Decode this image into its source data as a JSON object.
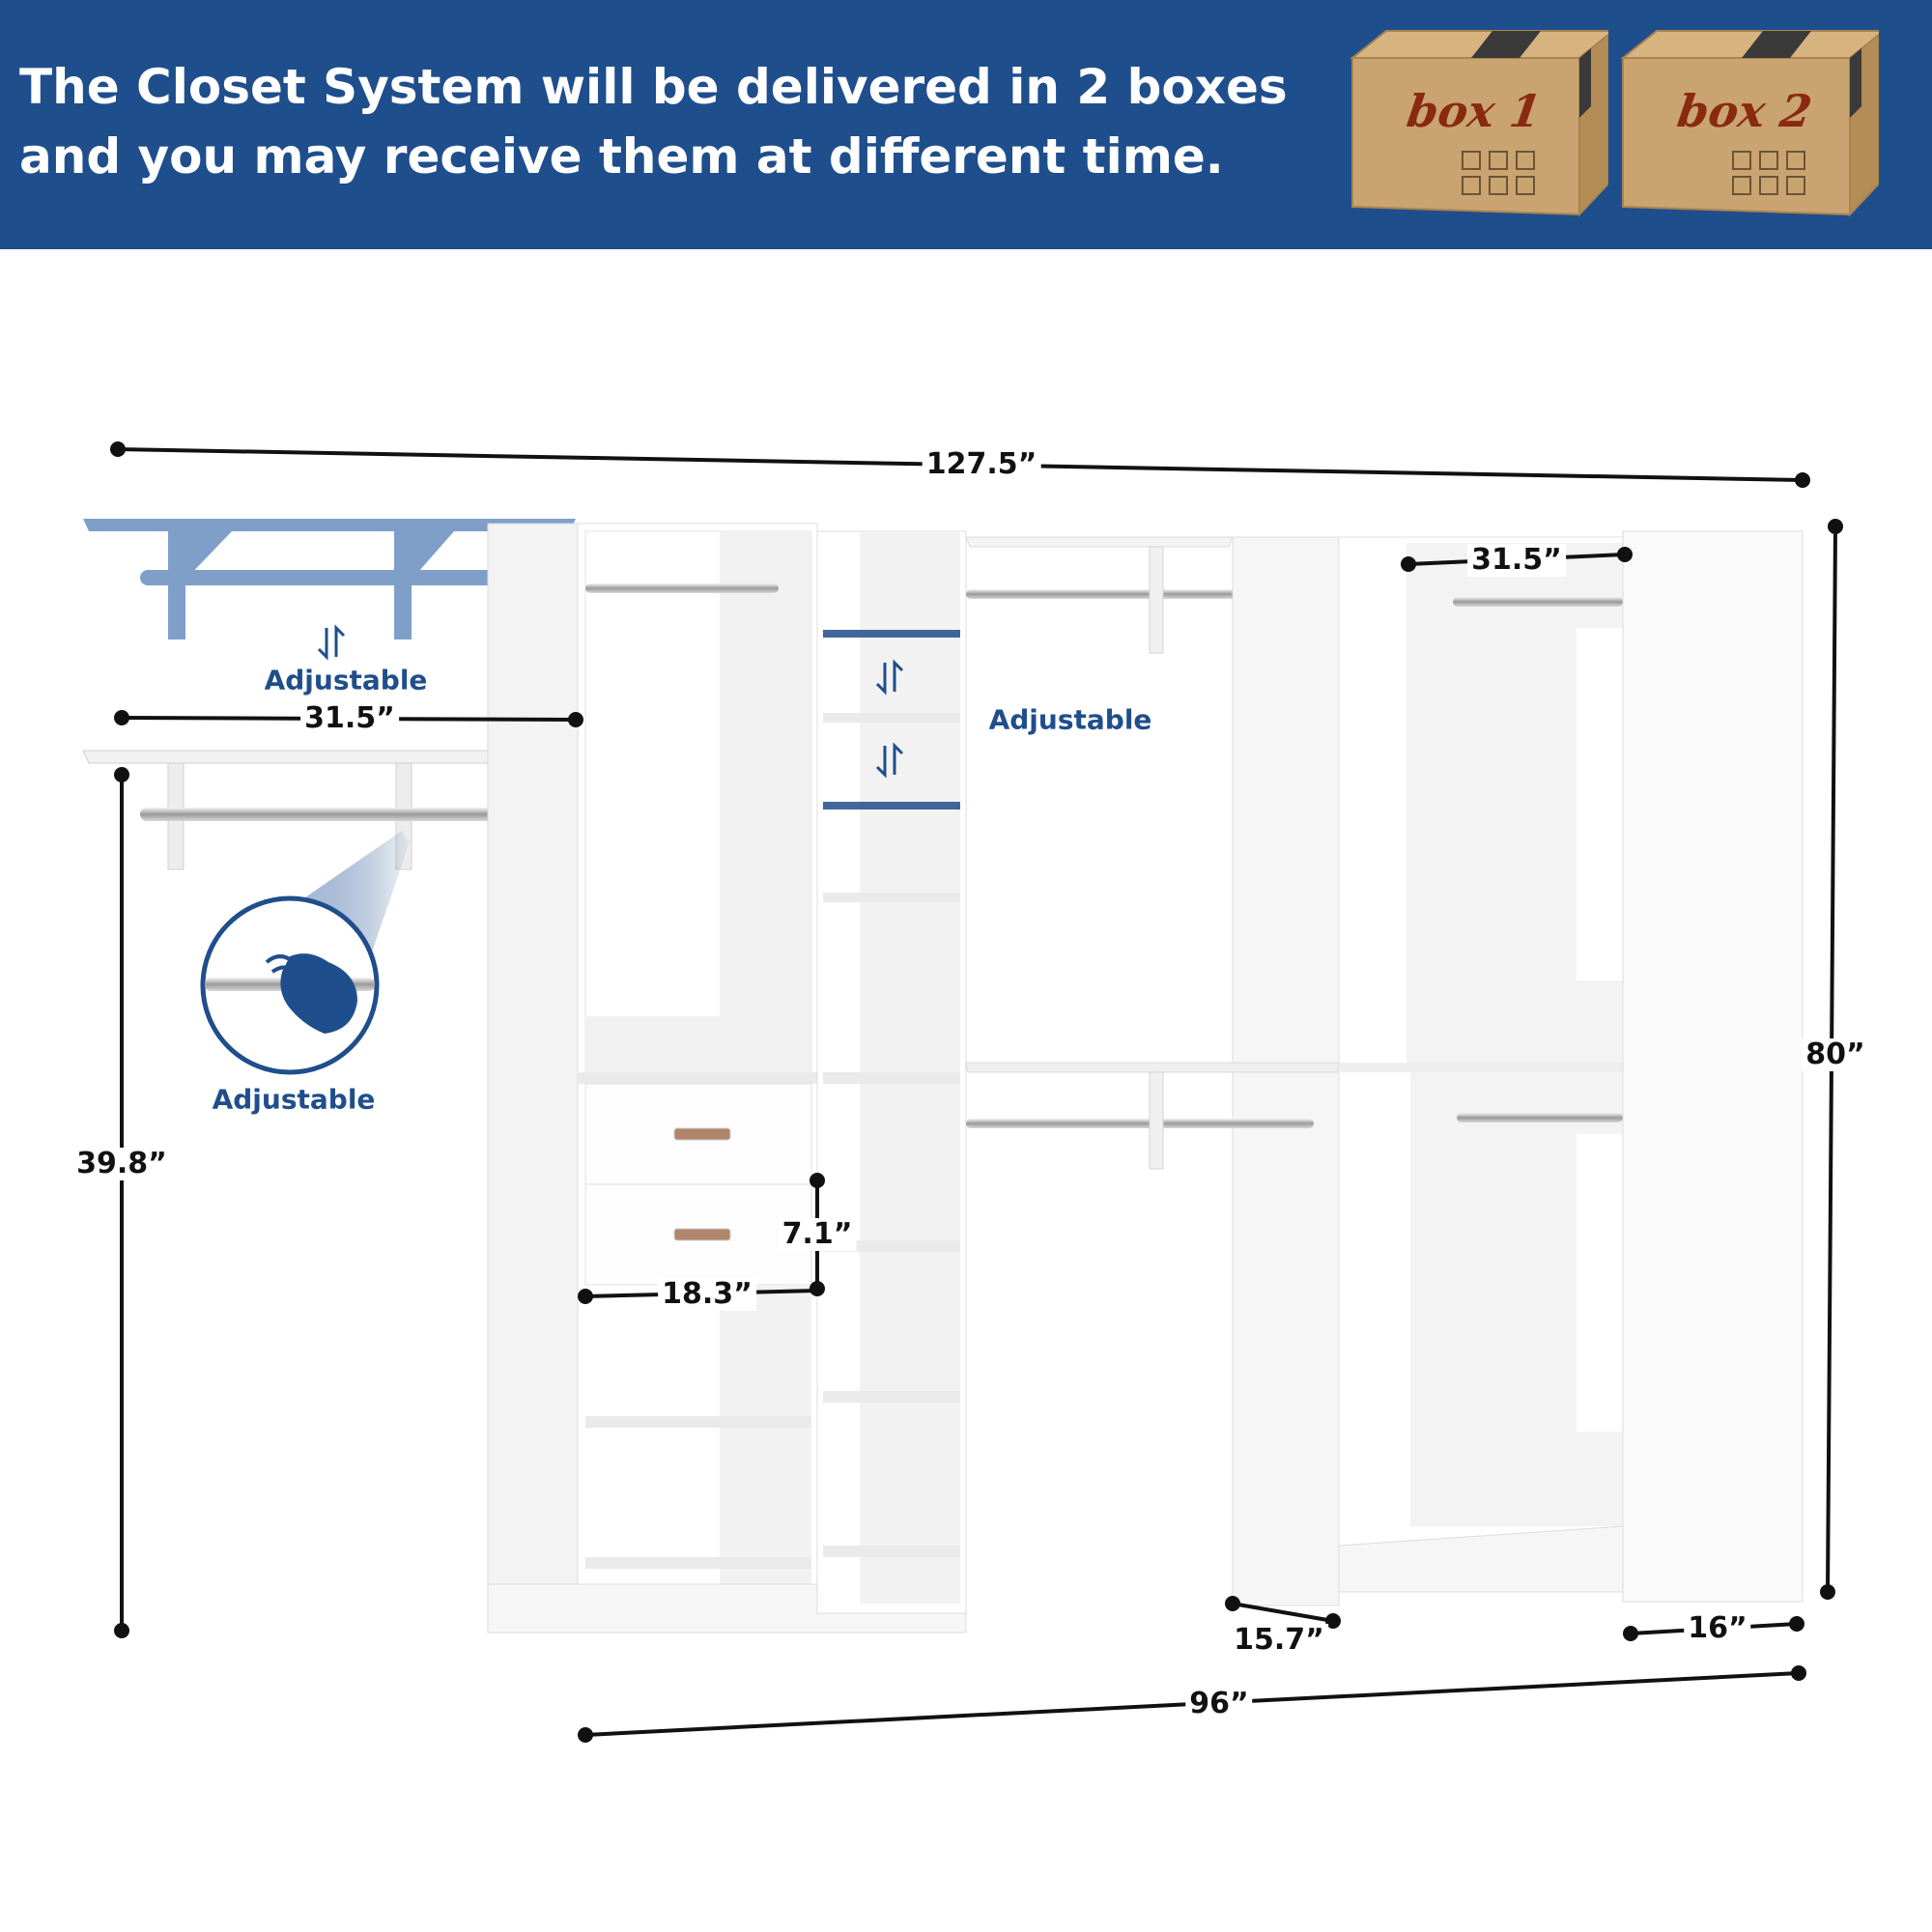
{
  "banner": {
    "line1": "The Closet System will be delivered in 2 boxes",
    "line2": "and you may receive them at different time.",
    "background_color": "#1f4e8c"
  },
  "boxes": [
    {
      "label": "box 1"
    },
    {
      "label": "box 2"
    }
  ],
  "dimensions": {
    "total_width": "127.5”",
    "shelf_width_top": "31.5”",
    "corner_width": "31.5”",
    "height": "80”",
    "rod_height": "39.8”",
    "drawer_height": "7.1”",
    "drawer_width": "18.3”",
    "depth_left": "15.7”",
    "depth_right": "16”",
    "base_width": "96”"
  },
  "labels": {
    "adjustable_top_shelf": "Adjustable",
    "adjustable_middle": "Adjustable",
    "adjustable_rod": "Adjustable"
  },
  "icons": {
    "adjust_arrows": "up-down-arrows-icon",
    "hand_grip": "hand-grip-icon"
  },
  "colors": {
    "accent": "#1f4e8c",
    "box": "#c9a470",
    "cabinet": "#ffffff"
  }
}
